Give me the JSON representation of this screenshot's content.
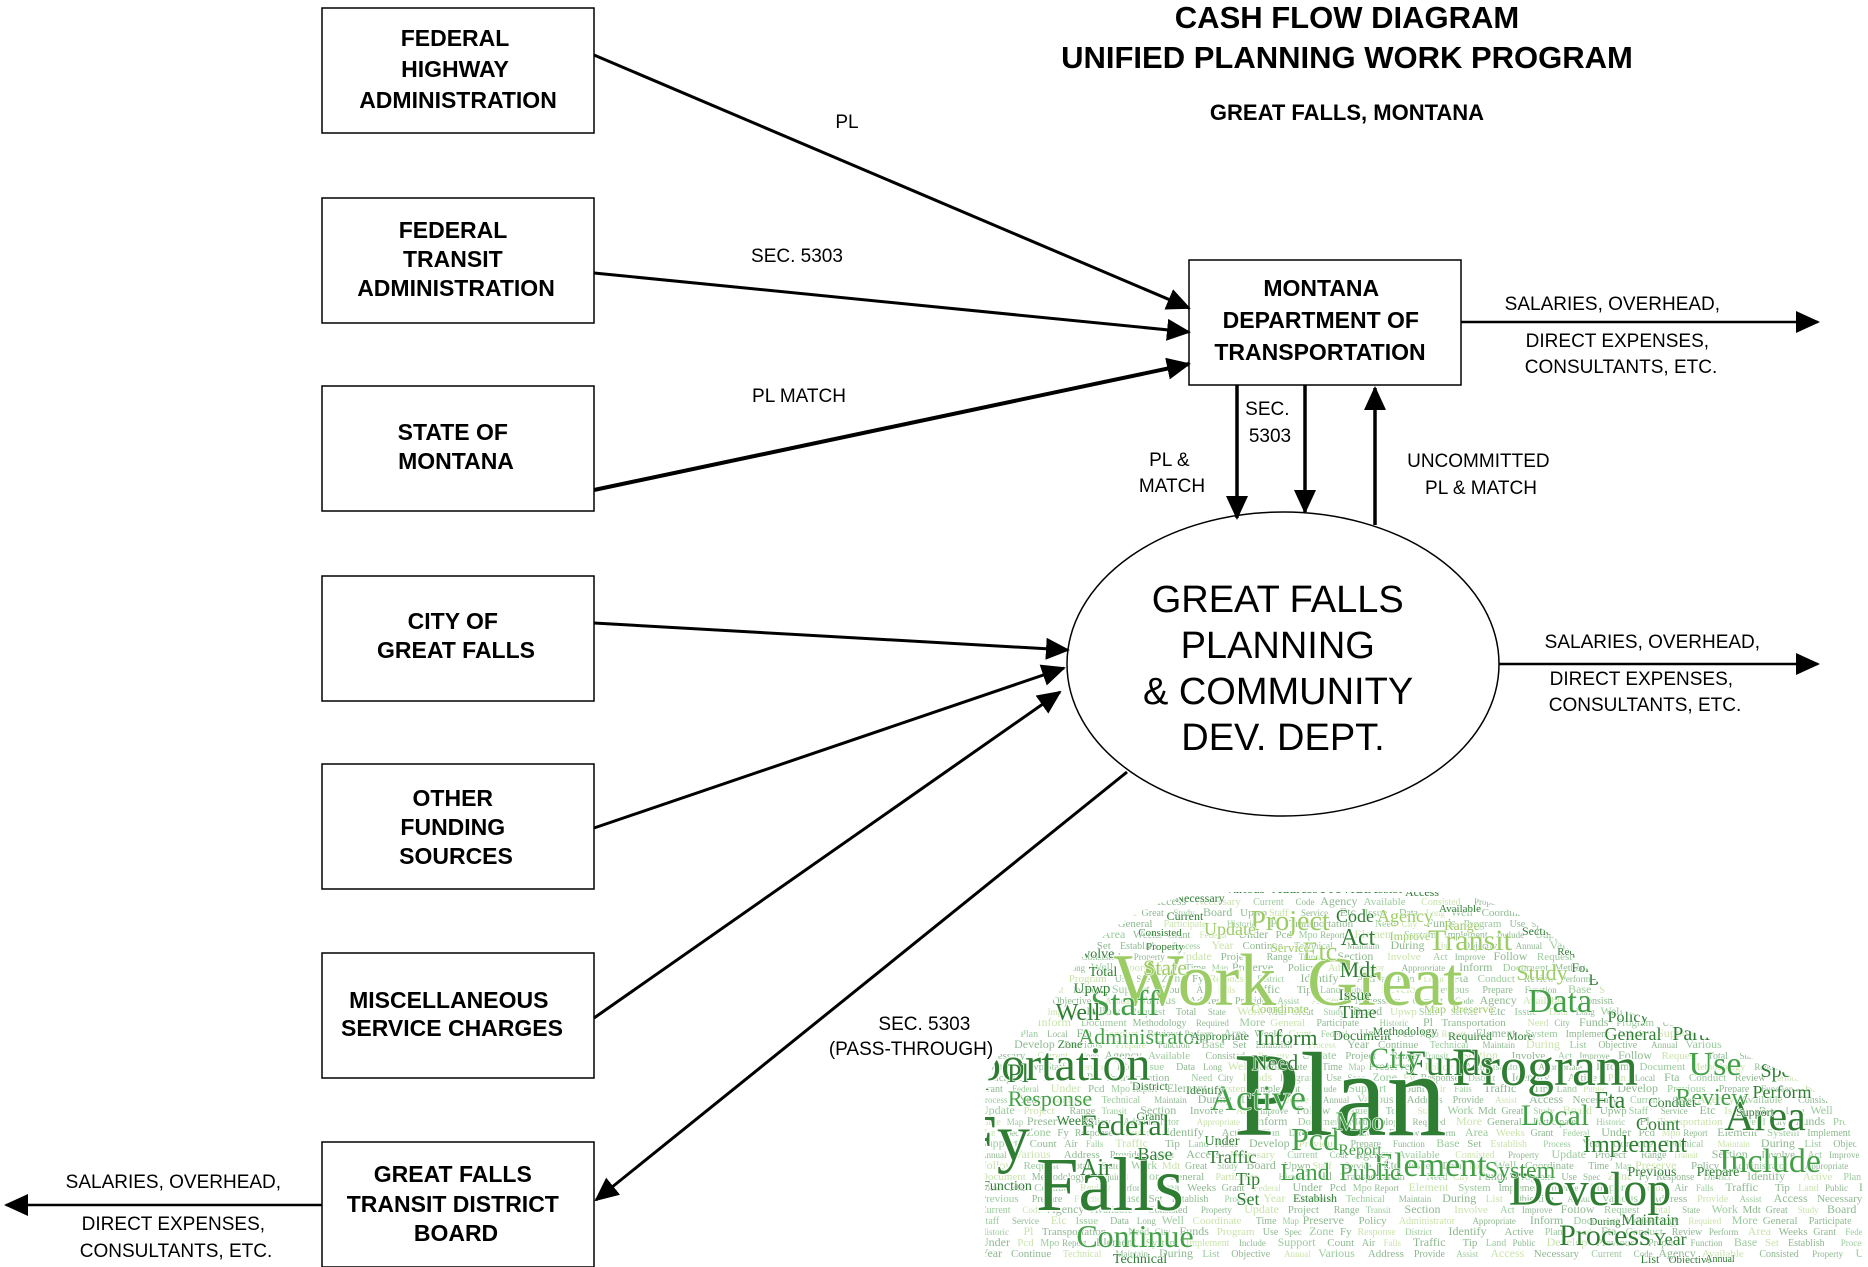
{
  "title": {
    "line1": "CASH FLOW DIAGRAM",
    "line2": "UNIFIED PLANNING WORK PROGRAM",
    "location": "GREAT FALLS, MONTANA"
  },
  "sources": [
    {
      "lines": [
        "FEDERAL",
        "HIGHWAY",
        "ADMINISTRATION"
      ]
    },
    {
      "lines": [
        "FEDERAL",
        "TRANSIT",
        "ADMINISTRATION"
      ]
    },
    {
      "lines": [
        "STATE OF",
        "MONTANA"
      ]
    },
    {
      "lines": [
        "CITY OF",
        "GREAT FALLS"
      ]
    },
    {
      "lines": [
        "OTHER",
        "FUNDING",
        "SOURCES"
      ]
    },
    {
      "lines": [
        "MISCELLANEOUS",
        "SERVICE CHARGES"
      ]
    }
  ],
  "mdt": {
    "lines": [
      "MONTANA",
      "DEPARTMENT OF",
      "TRANSPORTATION"
    ]
  },
  "transit_board": {
    "lines": [
      "GREAT FALLS",
      "TRANSIT DISTRICT",
      "BOARD"
    ]
  },
  "planning_dept": {
    "lines": [
      "GREAT FALLS",
      "PLANNING",
      "& COMMUNITY",
      "DEV. DEPT."
    ]
  },
  "flow_labels": {
    "pl": "PL",
    "sec5303": "SEC. 5303",
    "pl_match": "PL MATCH",
    "sec_5303_split": [
      "SEC.",
      "5303"
    ],
    "pl_and_match": [
      "PL &",
      "MATCH"
    ],
    "uncommitted": [
      "UNCOMMITTED",
      "PL & MATCH"
    ],
    "pass_through": [
      "SEC. 5303",
      "(PASS-THROUGH)"
    ]
  },
  "outputs": {
    "mdt": [
      "SALARIES, OVERHEAD,",
      "DIRECT EXPENSES,",
      "CONSULTANTS, ETC."
    ],
    "planning": [
      "SALARIES, OVERHEAD,",
      "DIRECT EXPENSES,",
      "CONSULTANTS, ETC."
    ],
    "transit": [
      "SALARIES, OVERHEAD,",
      "DIRECT EXPENSES,",
      "CONSULTANTS, ETC."
    ]
  },
  "word_cloud": {
    "colors": {
      "dark": "#2e7d32",
      "mid": "#43a047",
      "light": "#9ccc65"
    },
    "words": [
      "Various",
      "Address",
      "Provide",
      "Assist",
      "Access",
      "Necessary",
      "Current",
      "Code",
      "Agency",
      "Available",
      "Consisted",
      "Property",
      "Update",
      "Project",
      "Range",
      "Transit",
      "Section",
      "Involve",
      "Act",
      "Improve",
      "Follow",
      "Request",
      "Total",
      "State",
      "Work",
      "Mdt",
      "Great",
      "Study",
      "Board",
      "Upwp",
      "Staff",
      "Service",
      "Etc",
      "Issue",
      "Data",
      "Long",
      "Well",
      "Coordinate",
      "Time",
      "Map",
      "Preserve",
      "Policy",
      "Administrator",
      "Appropriate",
      "Inform",
      "Document",
      "Methodology",
      "Required",
      "More",
      "General",
      "Participate",
      "Historic",
      "Pl",
      "Transportation",
      "Need",
      "City",
      "Funds",
      "Program",
      "Use",
      "Spec",
      "Zone",
      "Fy",
      "Response",
      "District",
      "Identify",
      "Active",
      "Plan",
      "Local",
      "Fta",
      "Conduct",
      "Review",
      "Perform",
      "Area",
      "Weeks",
      "Grant",
      "Federal",
      "Under",
      "Pcd",
      "Mpo",
      "Report",
      "Element",
      "System",
      "Implement",
      "Include",
      "Support",
      "Count",
      "Air",
      "Falls",
      "Traffic",
      "Tip",
      "Land",
      "Public",
      "Develop",
      "Previous",
      "Prepare",
      "Function",
      "Base",
      "Set",
      "Establish",
      "Process",
      "Year",
      "Continue",
      "Technical",
      "Maintain",
      "During",
      "List",
      "Objective",
      "Annual"
    ]
  }
}
